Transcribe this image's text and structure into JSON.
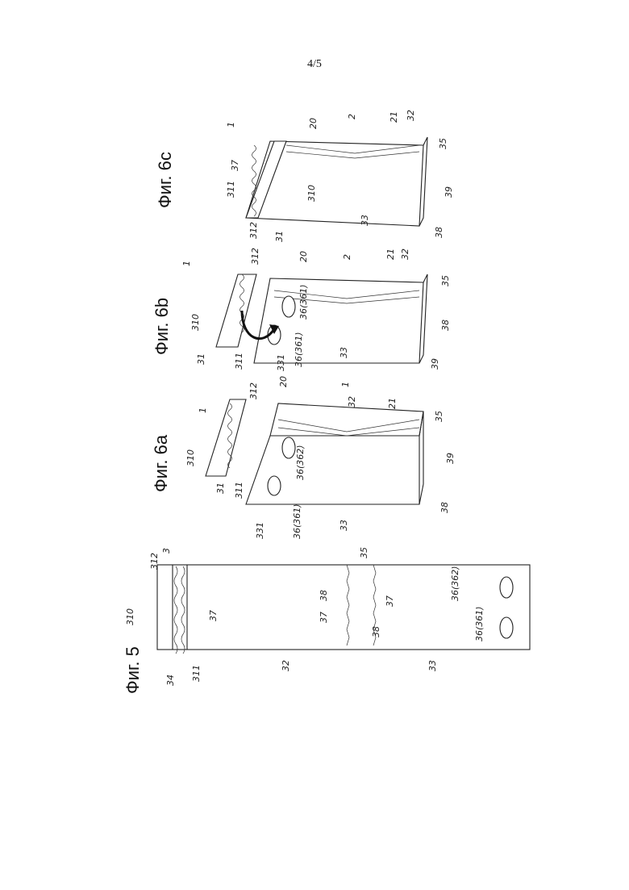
{
  "page": {
    "number": "4/5"
  },
  "figures": {
    "fig5": {
      "caption": "Фиг. 5",
      "labels": [
        "310",
        "312",
        "3",
        "34",
        "311",
        "37",
        "32",
        "35",
        "38",
        "37",
        "37",
        "38",
        "33",
        "36(361)",
        "36(362)"
      ]
    },
    "fig6a": {
      "caption": "Фиг. 6a",
      "labels": [
        "1",
        "310",
        "312",
        "20",
        "1",
        "32",
        "21",
        "35",
        "31",
        "311",
        "331",
        "36(361)",
        "36(362)",
        "33",
        "38",
        "39"
      ]
    },
    "fig6b": {
      "caption": "Фиг. 6b",
      "labels": [
        "1",
        "312",
        "310",
        "20",
        "2",
        "21",
        "32",
        "35",
        "31",
        "311",
        "331",
        "36(361)",
        "36(361)",
        "33",
        "38",
        "39"
      ]
    },
    "fig6c": {
      "caption": "Фиг. 6c",
      "labels": [
        "1",
        "37",
        "311",
        "20",
        "2",
        "21",
        "32",
        "35",
        "310",
        "312",
        "31",
        "33",
        "39",
        "38"
      ]
    }
  }
}
